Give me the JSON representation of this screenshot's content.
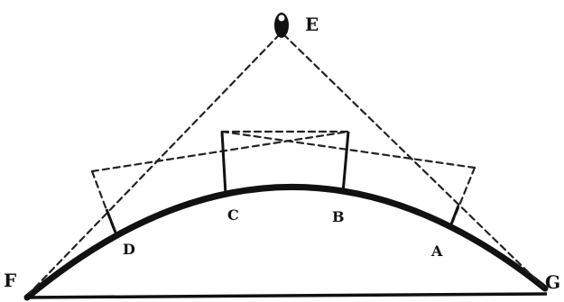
{
  "diagram": {
    "labels": {
      "e": "E",
      "f": "F",
      "g": "G",
      "a": "A",
      "b": "B",
      "c": "C",
      "d": "D"
    },
    "colors": {
      "ink": "#111111",
      "paper": "#ffffff"
    }
  }
}
